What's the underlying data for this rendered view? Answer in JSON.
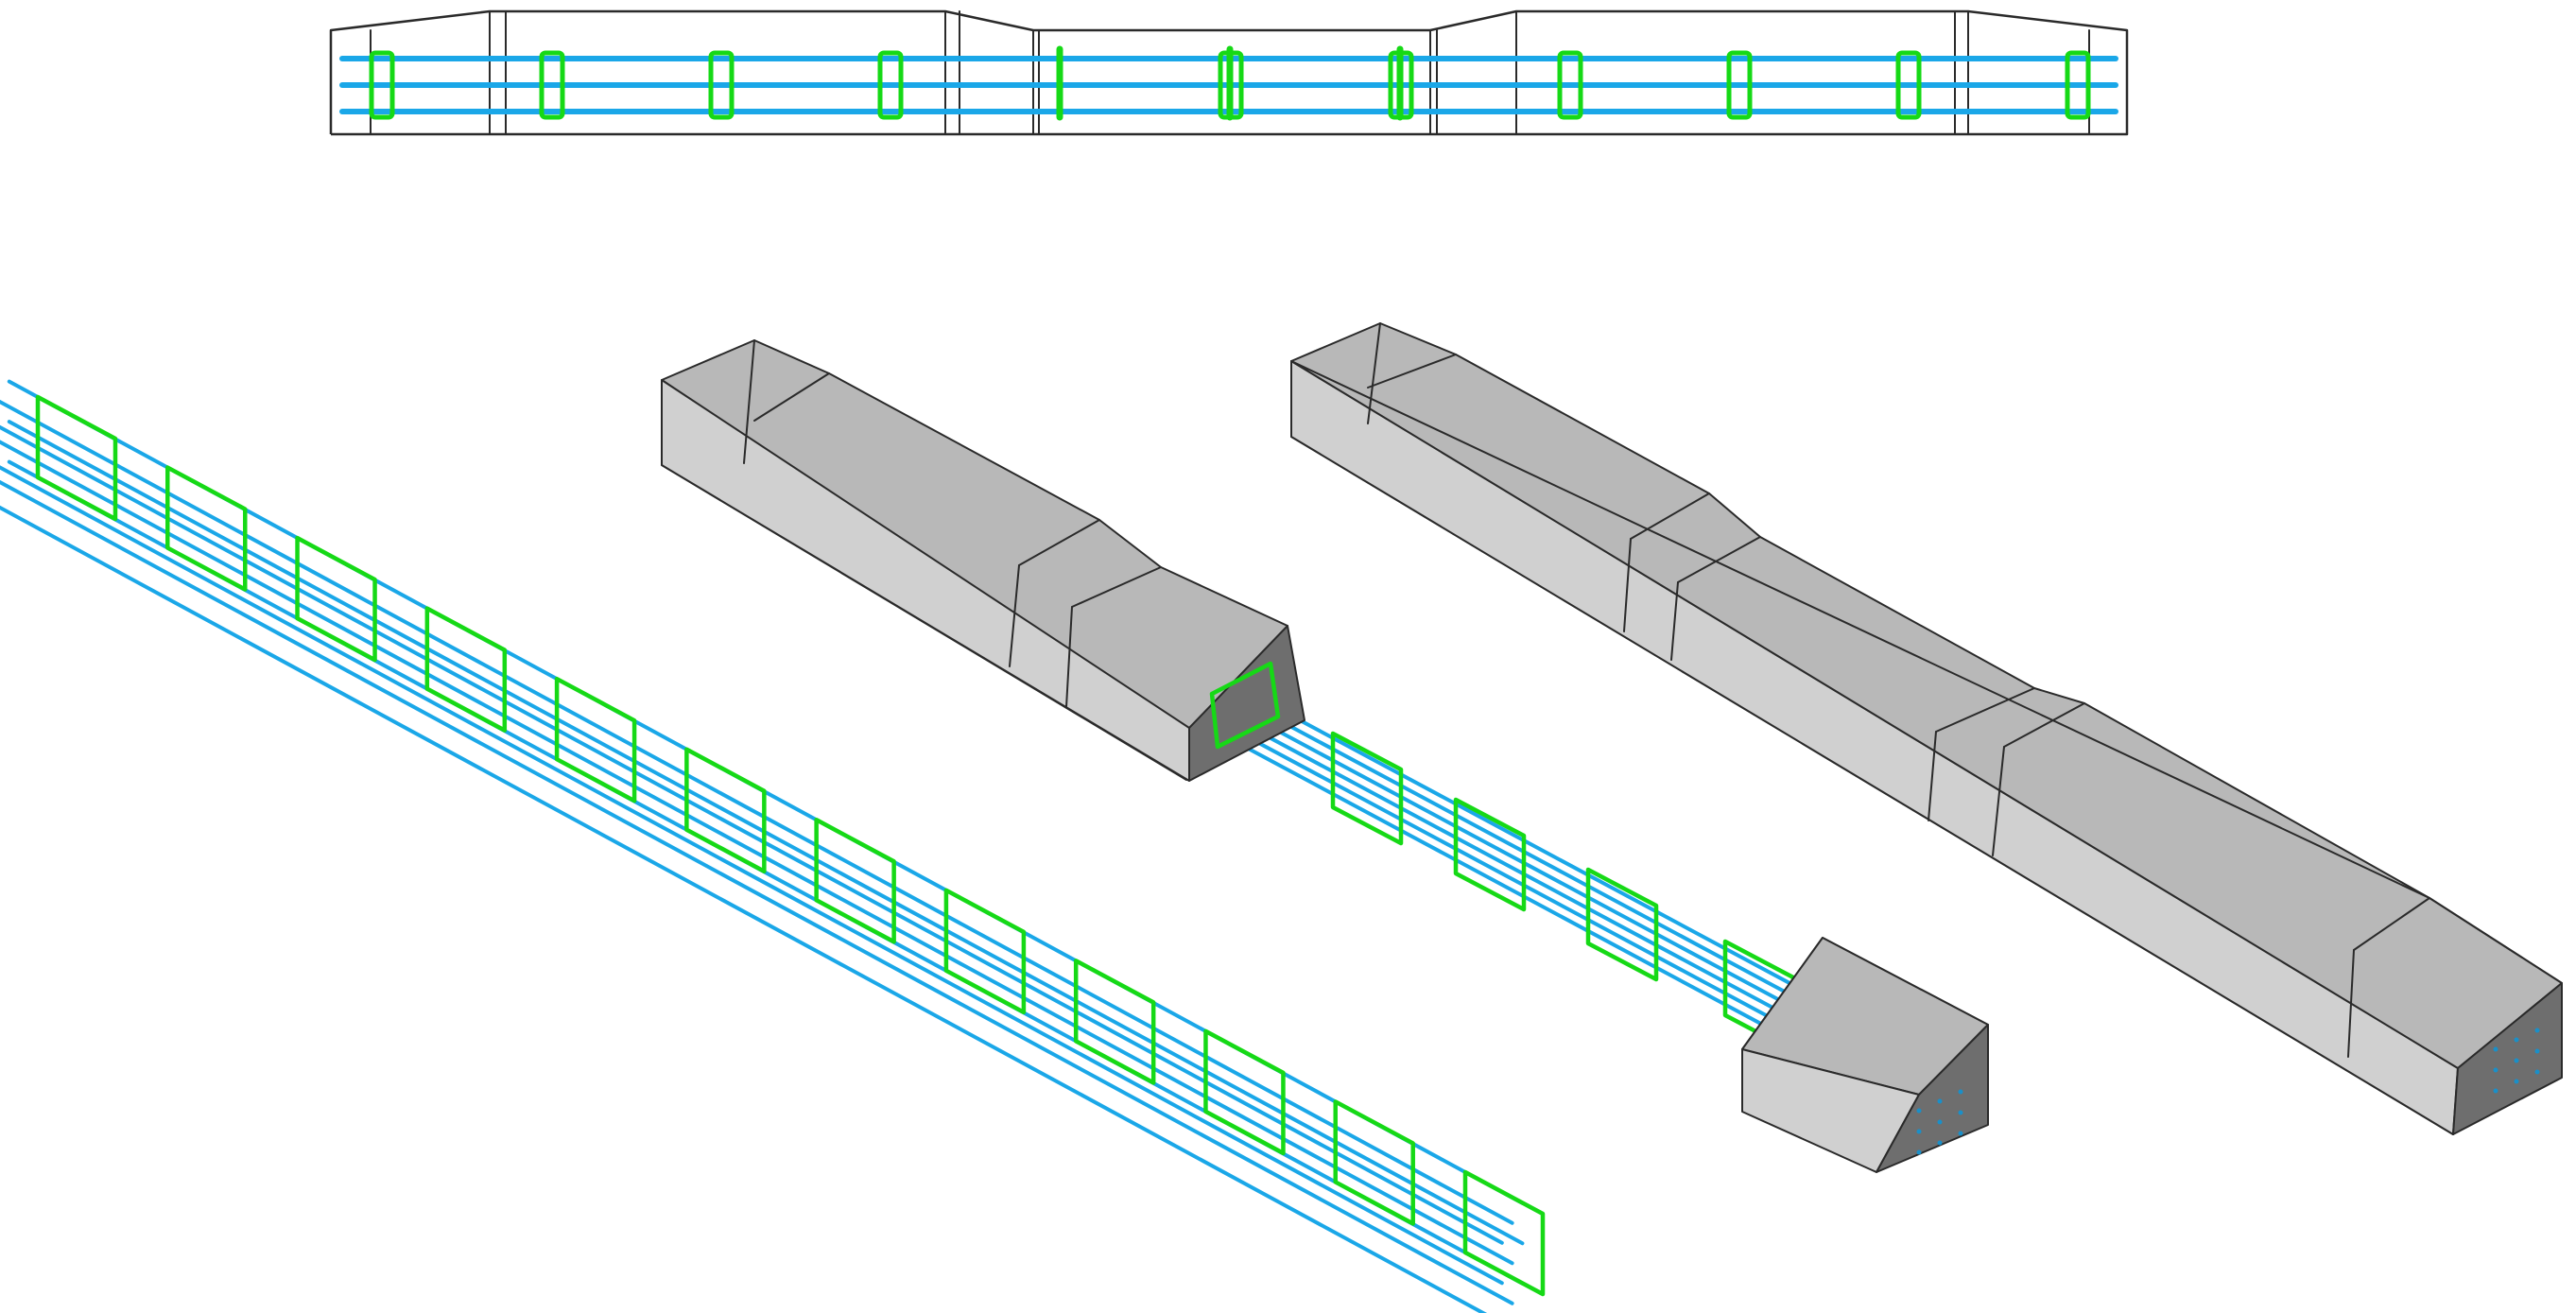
{
  "colors": {
    "background": "#ffffff",
    "concrete_top": "#b8b8b8",
    "concrete_side": "#d0d0d0",
    "concrete_end": "#6e6e6e",
    "edge": "#2a2a2a",
    "longitudinal_rebar": "#1aa7e8",
    "stirrup": "#16d916",
    "rebar_dot": "#1a8fc8"
  },
  "figure": {
    "views": [
      {
        "id": "side-view-outline",
        "description_hidden": true
      },
      {
        "id": "reinforcement-cage"
      },
      {
        "id": "concrete-with-cage-exposed"
      },
      {
        "id": "concrete-specimen"
      }
    ]
  }
}
